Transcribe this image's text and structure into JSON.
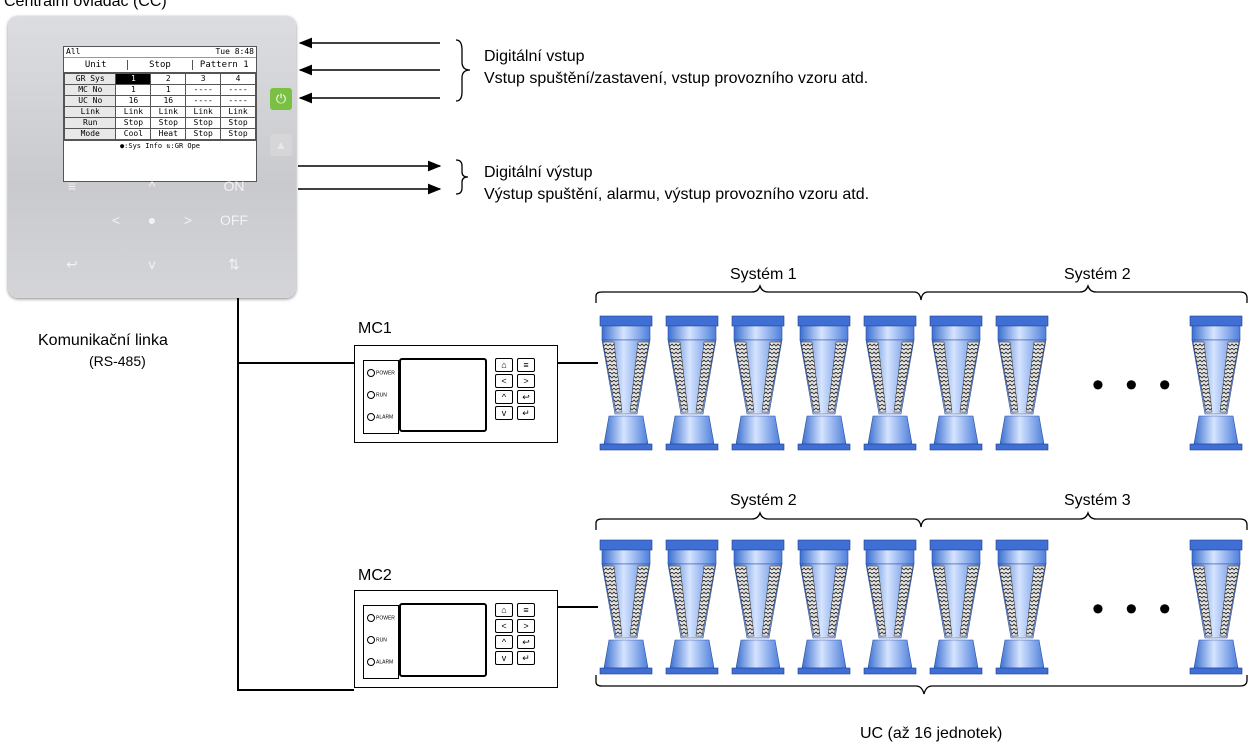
{
  "controller": {
    "title": "Centrální ovladač (CC)",
    "screen": {
      "top_left": "All",
      "top_right": "Tue  8:48",
      "header": [
        "Unit",
        "Stop",
        "Pattern 1"
      ],
      "rows": [
        {
          "label": "GR Sys",
          "cells": [
            "1",
            "2",
            "3",
            "4"
          ]
        },
        {
          "label": "MC No",
          "cells": [
            "1",
            "1",
            "----",
            "----"
          ]
        },
        {
          "label": "UC No",
          "cells": [
            "16",
            "16",
            "----",
            "----"
          ]
        },
        {
          "label": "Link",
          "cells": [
            "Link",
            "Link",
            "Link",
            "Link"
          ]
        },
        {
          "label": "Run",
          "cells": [
            "Stop",
            "Stop",
            "Stop",
            "Stop"
          ]
        },
        {
          "label": "Mode",
          "cells": [
            "Cool",
            "Heat",
            "Stop",
            "Stop"
          ]
        }
      ],
      "footer": "●:Sys Info ⇅:GR Ope"
    },
    "keys": {
      "menu": "≡",
      "up": "^",
      "on": "ON",
      "left": "<",
      "center": "●",
      "right": ">",
      "off": "OFF",
      "back": "↩",
      "down": "v",
      "adjust": "⇅"
    }
  },
  "digital_input": {
    "title": "Digitální vstup",
    "desc": "Vstup spuštění/zastavení, vstup provozního vzoru atd."
  },
  "digital_output": {
    "title": "Digitální výstup",
    "desc": "Výstup spuštění, alarmu, výstup provozního vzoru atd."
  },
  "comm_line": {
    "title": "Komunikační linka",
    "sub": "(RS-485)"
  },
  "mc_units": [
    {
      "name": "MC1",
      "leds": [
        "POWER",
        "RUN",
        "ALARM"
      ]
    },
    {
      "name": "MC2",
      "leds": [
        "POWER",
        "RUN",
        "ALARM"
      ]
    }
  ],
  "groups": {
    "row1": [
      "Systém 1",
      "Systém 2"
    ],
    "row2": [
      "Systém 2",
      "Systém 3"
    ]
  },
  "uc_label": "UC (až 16 jednotek)",
  "ellipsis": "• • •"
}
